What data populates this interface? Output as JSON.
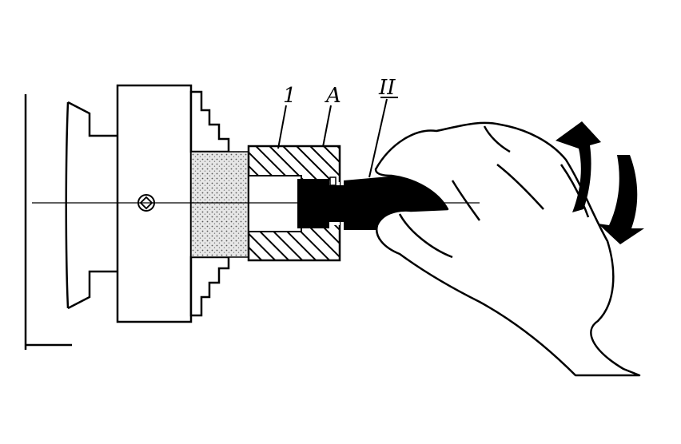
{
  "labels": {
    "part": "1",
    "surface": "A",
    "tool": "II"
  },
  "colors": {
    "ink": "#000000",
    "paper": "#ffffff",
    "stipple": "#c8c8c8"
  }
}
